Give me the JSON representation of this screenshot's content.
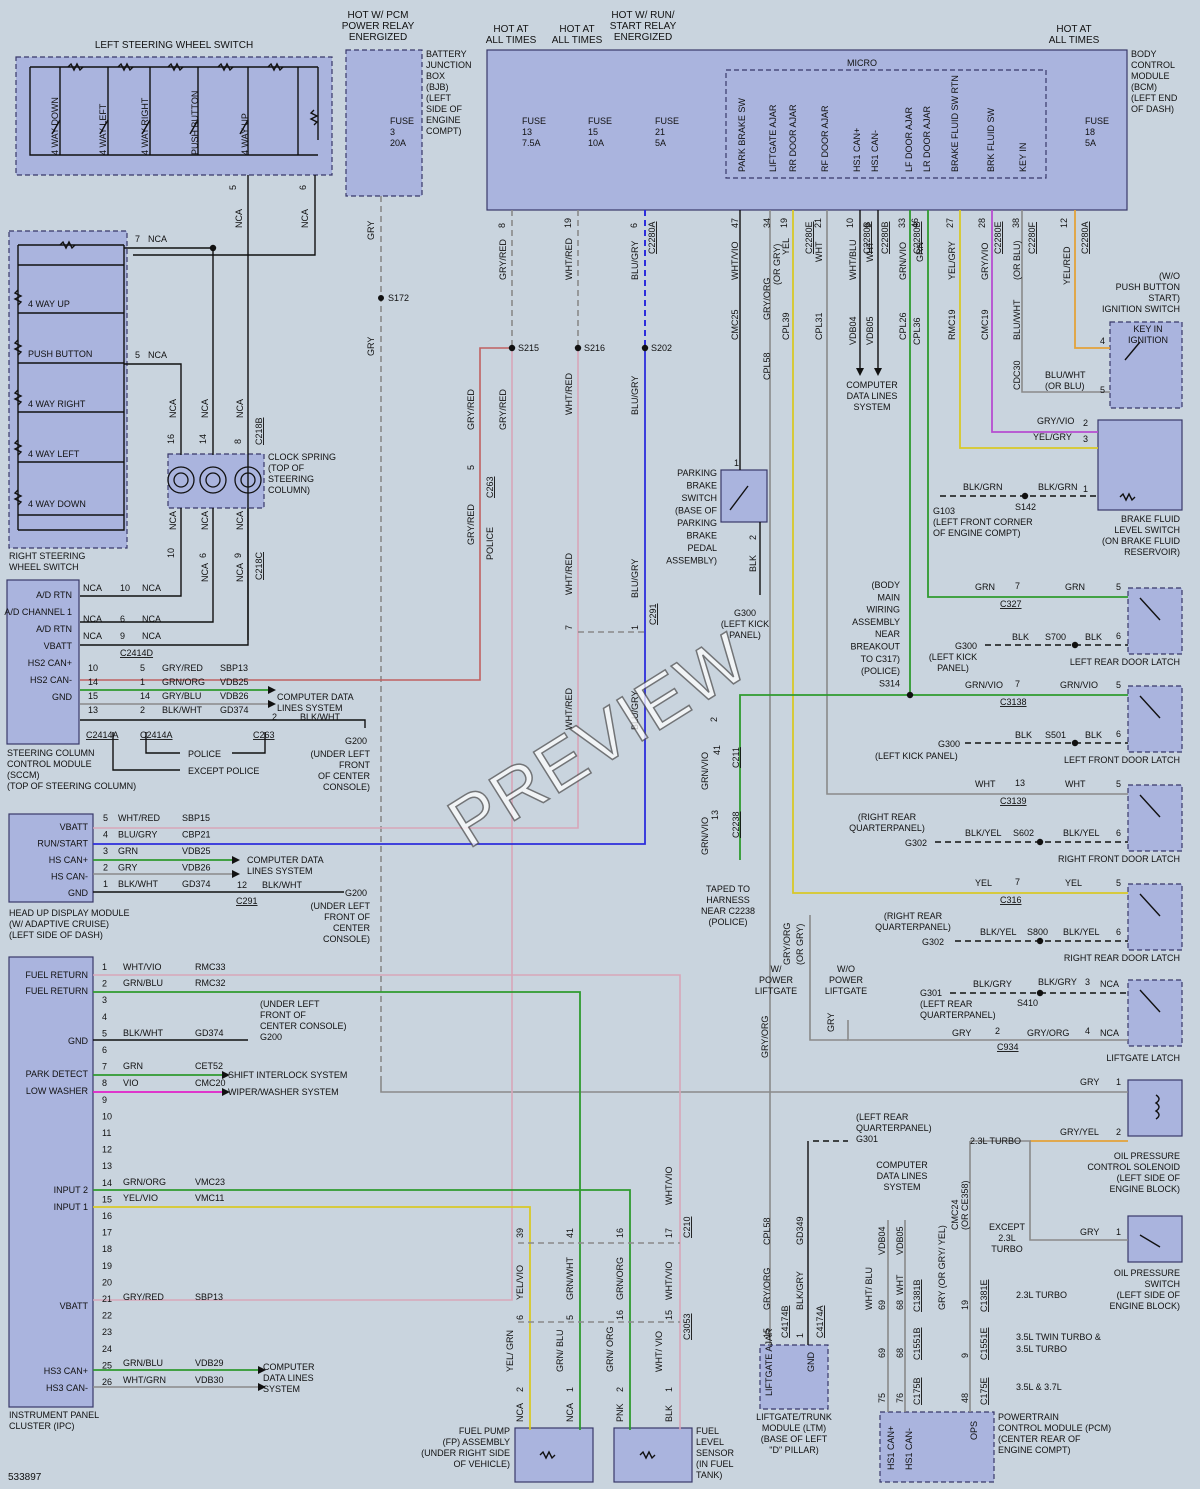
{
  "header": {
    "hot_pcm": [
      "HOT W/ PCM",
      "POWER RELAY",
      "ENERGIZED"
    ],
    "hot_at_all_times_1": [
      "HOT AT",
      "ALL TIMES"
    ],
    "hot_at_all_times_2": [
      "HOT AT",
      "ALL TIMES"
    ],
    "hot_run_start": [
      "HOT W/ RUN/",
      "START RELAY",
      "ENERGIZED"
    ],
    "hot_at_all_times_3": [
      "HOT AT",
      "ALL TIMES"
    ]
  },
  "left_switch": {
    "title": "LEFT STEERING WHEEL SWITCH",
    "buttons": [
      "4 WAY DOWN",
      "4 WAY LEFT",
      "4 WAY RIGHT",
      "PUSH BUTTON",
      "4 WAY UP"
    ],
    "pins": [
      "5",
      "6"
    ]
  },
  "bjb": {
    "label": [
      "BATTERY",
      "JUNCTION",
      "BOX",
      "(BJB)",
      "(LEFT",
      "SIDE OF",
      "ENGINE",
      "COMPT)"
    ],
    "fuse": [
      "FUSE",
      "3",
      "20A"
    ]
  },
  "bcm": {
    "label": [
      "BODY",
      "CONTROL",
      "MODULE",
      "(BCM)",
      "(LEFT END",
      "OF DASH)"
    ],
    "micro": "MICRO",
    "fuses": [
      [
        "FUSE",
        "13",
        "7.5A"
      ],
      [
        "FUSE",
        "15",
        "10A"
      ],
      [
        "FUSE",
        "21",
        "5A"
      ],
      [
        "FUSE",
        "18",
        "5A"
      ]
    ],
    "inputs": [
      "PARK BRAKE SW",
      "LIFTGATE AJAR",
      "RR DOOR AJAR",
      "RF DOOR AJAR",
      "HS1 CAN+",
      "HS1 CAN-",
      "LF DOOR AJAR",
      "LR DOOR AJAR",
      "BRAKE FLUID SW RTN",
      "BRK FLUID SW",
      "KEY IN"
    ],
    "pins": [
      "8",
      "19",
      "6",
      "47",
      "34",
      "19",
      "21",
      "10",
      "9",
      "33",
      "46",
      "27",
      "28",
      "38",
      "12"
    ],
    "connectors": [
      "C2280A",
      "C2280E",
      "C2280B",
      "C2280B",
      "C2280E",
      "C2280F",
      "C2280B",
      "C2280A"
    ]
  },
  "wires_top": {
    "gry_red": "GRY/RED",
    "wht_red": "WHT/RED",
    "blu_gry": "BLU/GRY",
    "wht_vio": "WHT/VIO",
    "gry_org": "GRY/ORG",
    "or_gry": "(OR GRY)",
    "yel": "YEL",
    "wht": "WHT",
    "wht_blu": "WHT/BLU",
    "grn_vio": "GRN/VIO",
    "grn": "GRN",
    "yel_gry": "YEL/GRY",
    "gry_vio": "GRY/VIO",
    "or_blu": "(OR BLU)",
    "blu_wht": "BLU/WHT",
    "yel_red": "YEL/RED",
    "gry": "GRY",
    "nca": "NCA",
    "circuits": [
      "CMC25",
      "CPL58",
      "CPL39",
      "CPL31",
      "VDB04",
      "VDB05",
      "CPL26",
      "CPL36",
      "RMC19",
      "CMC19",
      "CDC30"
    ]
  },
  "splices": {
    "s172": "S172",
    "s215": "S215",
    "s216": "S216",
    "s202": "S202"
  },
  "right_switch": {
    "title": [
      "RIGHT STEERING",
      "WHEEL SWITCH"
    ],
    "items": [
      "4 WAY UP",
      "PUSH BUTTON",
      "4 WAY RIGHT",
      "4 WAY LEFT",
      "4 WAY DOWN"
    ],
    "pin7": "7",
    "pin5": "5",
    "nca": "NCA"
  },
  "clock_spring": {
    "label": [
      "CLOCK SPRING",
      "(TOP OF",
      "STEERING",
      "COLUMN)"
    ],
    "pins_top": [
      "16",
      "14",
      "8"
    ],
    "pins_bottom": [
      "10",
      "6",
      "9"
    ],
    "conn_top": "C218B",
    "conn_bottom": "C218C"
  },
  "sccm": {
    "rows": [
      "A/D RTN",
      "A/D CHANNEL 1",
      "A/D RTN",
      "VBATT",
      "HS2 CAN+",
      "HS2 CAN-",
      "GND"
    ],
    "label": [
      "STEERING COLUMN",
      "CONTROL MODULE",
      "(SCCM)",
      "(TOP OF STEERING COLUMN)"
    ],
    "wires": [
      {
        "pin": "10",
        "pin2": "5",
        "color": "GRY/RED",
        "circuit": "SBP13"
      },
      {
        "pin": "14",
        "pin2": "1",
        "color": "GRN/ORG",
        "circuit": "VDB25"
      },
      {
        "pin": "15",
        "pin2": "14",
        "color": "GRY/BLU",
        "circuit": "VDB26"
      },
      {
        "pin": "13",
        "pin2": "2",
        "color": "BLK/WHT",
        "circuit": "GD374"
      }
    ],
    "conns": [
      "C2414A",
      "C2414A",
      "C263",
      "C2414D"
    ],
    "police": "POLICE",
    "except_police": "EXCEPT POLICE",
    "nca_pins": [
      "NCA",
      "10",
      "NCA",
      "NCA",
      "6",
      "NCA",
      "NCA",
      "9",
      "NCA"
    ]
  },
  "computer_data": [
    "COMPUTER DATA",
    "LINES SYSTEM"
  ],
  "computer_data_2": [
    "COMPUTER",
    "DATA LINES",
    "SYSTEM"
  ],
  "g200": {
    "name": "G200",
    "desc": [
      "(UNDER LEFT",
      "FRONT",
      "OF CENTER",
      "CONSOLE)"
    ],
    "pin": "2",
    "wire": "BLK/WHT"
  },
  "hud": {
    "rows": [
      "VBATT",
      "RUN/START",
      "HS CAN+",
      "HS CAN-",
      "GND"
    ],
    "wires": [
      {
        "pin": "5",
        "color": "WHT/RED",
        "circuit": "SBP15"
      },
      {
        "pin": "4",
        "color": "BLU/GRY",
        "circuit": "CBP21"
      },
      {
        "pin": "3",
        "color": "GRN",
        "circuit": "VDB25"
      },
      {
        "pin": "2",
        "color": "GRY",
        "circuit": "VDB26"
      },
      {
        "pin": "1",
        "color": "BLK/WHT",
        "circuit": "GD374"
      }
    ],
    "gnd_pin": "12",
    "gnd_conn": "C291",
    "label": [
      "HEAD UP DISPLAY MODULE",
      "(W/ ADAPTIVE CRUISE)",
      "(LEFT SIDE OF DASH)"
    ],
    "g200_desc": [
      "(UNDER LEFT",
      "FRONT OF",
      "CENTER",
      "CONSOLE)"
    ]
  },
  "ipc": {
    "rows": [
      "FUEL RETURN",
      "FUEL RETURN",
      "GND",
      "PARK DETECT",
      "LOW WASHER",
      "INPUT 2",
      "INPUT 1",
      "VBATT",
      "HS3 CAN+",
      "HS3 CAN-"
    ],
    "pins": [
      "1",
      "2",
      "3",
      "4",
      "5",
      "6",
      "7",
      "8",
      "9",
      "10",
      "11",
      "12",
      "13",
      "14",
      "15",
      "16",
      "17",
      "18",
      "19",
      "20",
      "21",
      "22",
      "23",
      "24",
      "25",
      "26"
    ],
    "wires": [
      {
        "pin": "1",
        "color": "WHT/VIO",
        "circuit": "RMC33"
      },
      {
        "pin": "2",
        "color": "GRN/BLU",
        "circuit": "RMC32"
      },
      {
        "pin": "5",
        "color": "BLK/WHT",
        "circuit": "GD374"
      },
      {
        "pin": "7",
        "color": "GRN",
        "circuit": "CET52"
      },
      {
        "pin": "8",
        "color": "VIO",
        "circuit": "CMC20"
      },
      {
        "pin": "14",
        "color": "GRN/ORG",
        "circuit": "VMC23"
      },
      {
        "pin": "15",
        "color": "YEL/VIO",
        "circuit": "VMC11"
      },
      {
        "pin": "21",
        "color": "GRY/RED",
        "circuit": "SBP13"
      },
      {
        "pin": "25",
        "color": "GRN/BLU",
        "circuit": "VDB29"
      },
      {
        "pin": "26",
        "color": "WHT/GRN",
        "circuit": "VDB30"
      }
    ],
    "g200": [
      "(UNDER LEFT",
      "FRONT OF",
      "CENTER CONSOLE)",
      "G200"
    ],
    "shift": "SHIFT INTERLOCK SYSTEM",
    "wiper": "WIPER/WASHER SYSTEM",
    "label": [
      "INSTRUMENT PANEL",
      "CLUSTER (IPC)"
    ]
  },
  "police_conn": {
    "label": "POLICE",
    "pin": "5",
    "conn": "C263"
  },
  "c291": {
    "pins": [
      "7",
      "1"
    ],
    "conn": "C291"
  },
  "c211": {
    "pins": [
      "2",
      "41"
    ],
    "conn": "C211",
    "wire": "GRN/VIO",
    "conn2": "C2238",
    "pin2": "13"
  },
  "taped": [
    "TAPED TO",
    "HARNESS",
    "NEAR C2238",
    "(POLICE)"
  ],
  "parking_brake": {
    "label": [
      "PARKING",
      "BRAKE",
      "SWITCH",
      "(BASE OF",
      "PARKING",
      "BRAKE",
      "PEDAL",
      "ASSEMBLY)"
    ],
    "pins": [
      "1",
      "2"
    ],
    "wire": "BLK",
    "g300": [
      "G300",
      "(LEFT KICK",
      "PANEL)"
    ]
  },
  "key_in": {
    "label": [
      "(W/O",
      "PUSH BUTTON",
      "START)",
      "IGNITION SWITCH"
    ],
    "box": [
      "KEY IN",
      "IGNITION"
    ],
    "pins": [
      "4",
      "5"
    ],
    "wire": [
      "BLU/WHT",
      "(OR BLU)"
    ]
  },
  "brake_fluid": {
    "wires": [
      "GRY/VIO",
      "YEL/GRY"
    ],
    "pins": [
      "2",
      "3",
      "1"
    ],
    "g103": [
      "G103",
      "(LEFT FRONT CORNER",
      "OF ENGINE COMPT)"
    ],
    "s142": "S142",
    "blk_grn": "BLK/GRN",
    "label": [
      "BRAKE FLUID",
      "LEVEL SWITCH",
      "(ON BRAKE FLUID",
      "RESERVOIR)"
    ]
  },
  "doors": [
    {
      "wire": "GRN",
      "pin": "7",
      "conn": "C327",
      "pin2": "5",
      "gnd": "G300",
      "gnd_desc": [
        "(LEFT KICK",
        "PANEL)"
      ],
      "splice": "S700",
      "blk": "BLK",
      "pin3": "6",
      "label": "LEFT REAR DOOR LATCH"
    },
    {
      "wire": "GRN/VIO",
      "pin": "7",
      "conn": "C3138",
      "pin2": "5",
      "gnd": "G300",
      "gnd_desc": [
        "(LEFT KICK PANEL)"
      ],
      "splice": "S501",
      "blk": "BLK",
      "pin3": "6",
      "label": "LEFT FRONT DOOR LATCH"
    },
    {
      "wire": "WHT",
      "pin": "13",
      "conn": "C3139",
      "pin2": "5",
      "gnd": "G302",
      "gnd_desc": [
        "(RIGHT REAR",
        "QUARTERPANEL)"
      ],
      "splice": "S602",
      "blk": "BLK/YEL",
      "pin3": "6",
      "label": "RIGHT FRONT DOOR LATCH"
    },
    {
      "wire": "YEL",
      "pin": "7",
      "conn": "C316",
      "pin2": "5",
      "gnd": "G302",
      "gnd_desc": [
        "(RIGHT REAR",
        "QUARTERPANEL)"
      ],
      "splice": "S800",
      "blk": "BLK/YEL",
      "pin3": "6",
      "label": "RIGHT REAR DOOR LATCH"
    }
  ],
  "body_main": {
    "label": [
      "(BODY",
      "MAIN",
      "WIRING",
      "ASSEMBLY",
      "NEAR",
      "BREAKOUT",
      "TO C317)",
      "(POLICE)",
      "S314"
    ]
  },
  "liftgate": {
    "w_power": [
      "W/",
      "POWER",
      "LIFTGATE"
    ],
    "wo_power": [
      "W/O",
      "POWER",
      "LIFTGATE"
    ],
    "gry_org": "GRY/ORG",
    "or_gry": "(OR GRY)",
    "gry": "GRY",
    "g301": [
      "G301",
      "(LEFT REAR",
      "QUARTERPANEL)"
    ],
    "s410": "S410",
    "blk_gry": "BLK/GRY",
    "pins": [
      "3",
      "4",
      "2"
    ],
    "nca": "NCA",
    "conn": "C934",
    "label": "LIFTGATE LATCH"
  },
  "oil": {
    "gry": "GRY",
    "pin1": "1",
    "gry_yel": "GRY/YEL",
    "pin2": "2",
    "turbo": "2.3L TURBO",
    "solenoid": [
      "OIL PRESSURE",
      "CONTROL SOLENOID",
      "(LEFT SIDE OF",
      "ENGINE BLOCK)"
    ],
    "except": [
      "EXCEPT",
      "2.3L",
      "TURBO"
    ],
    "switch": [
      "OIL PRESSURE",
      "SWITCH",
      "(LEFT SIDE OF",
      "ENGINE BLOCK)"
    ]
  },
  "g301b": [
    "(LEFT REAR",
    "QUARTERPANEL)",
    "G301"
  ],
  "ltm": {
    "cpl58": "CPL58",
    "gd349": "GD349",
    "gry_org": "GRY/ORG",
    "blk_gry": "BLK/GRY",
    "pins": [
      "15",
      "1",
      "1"
    ],
    "conns": [
      "C4174B",
      "C4174A"
    ],
    "rows": [
      "LIFTGATE AJAR",
      "GND"
    ],
    "label": [
      "LIFTGATE/TRUNK",
      "MODULE (LTM)",
      "(BASE OF LEFT",
      "\"D\" PILLAR)"
    ]
  },
  "pcm": {
    "vdb04": "VDB04",
    "vdb05": "VDB05",
    "cmc24": "CMC24",
    "or_ce358": "(OR CE358)",
    "wires": [
      "WHT/ BLU",
      "WHT",
      "GRY (OR GRY/ YEL)"
    ],
    "pins": [
      "69",
      "68",
      "19",
      "69",
      "68",
      "9",
      "75",
      "76",
      "48"
    ],
    "conns": [
      "C1381B",
      "C1381E",
      "C1551B",
      "C1551E",
      "C175B",
      "C175E"
    ],
    "notes": [
      "2.3L TURBO",
      "3.5L TWIN TURBO &",
      "3.5L TURBO",
      "3.5L & 3.7L"
    ],
    "rows": [
      "HS1 CAN+",
      "HS1 CAN-",
      "OPS"
    ],
    "label": [
      "POWERTRAIN",
      "CONTROL MODULE (PCM)",
      "(CENTER REAR OF",
      "ENGINE COMPT)"
    ]
  },
  "fuel": {
    "pins_top": [
      "39",
      "41",
      "16",
      "17"
    ],
    "conn_top": "C210",
    "pins_mid": [
      "6",
      "5",
      "16",
      "15"
    ],
    "conn_mid": "C3053",
    "pins_bot": [
      "2",
      "1",
      "2",
      "1"
    ],
    "wires_top": [
      "YEL/VIO",
      "GRN/WHT",
      "GRN/ORG",
      "WHT/VIO"
    ],
    "wires_bot": [
      "YEL/ GRN",
      "GRN/ BLU",
      "GRN/ ORG",
      "WHT/ VIO"
    ],
    "nca": "NCA",
    "pnk": "PNK",
    "blk": "BLK",
    "pump": [
      "FUEL PUMP",
      "(FP) ASSEMBLY",
      "(UNDER RIGHT SIDE",
      "OF VEHICLE)"
    ],
    "sensor": [
      "FUEL",
      "LEVEL",
      "SENSOR",
      "(IN FUEL",
      "TANK)"
    ]
  },
  "watermark": "PREVIEW",
  "doc_id": "533897"
}
